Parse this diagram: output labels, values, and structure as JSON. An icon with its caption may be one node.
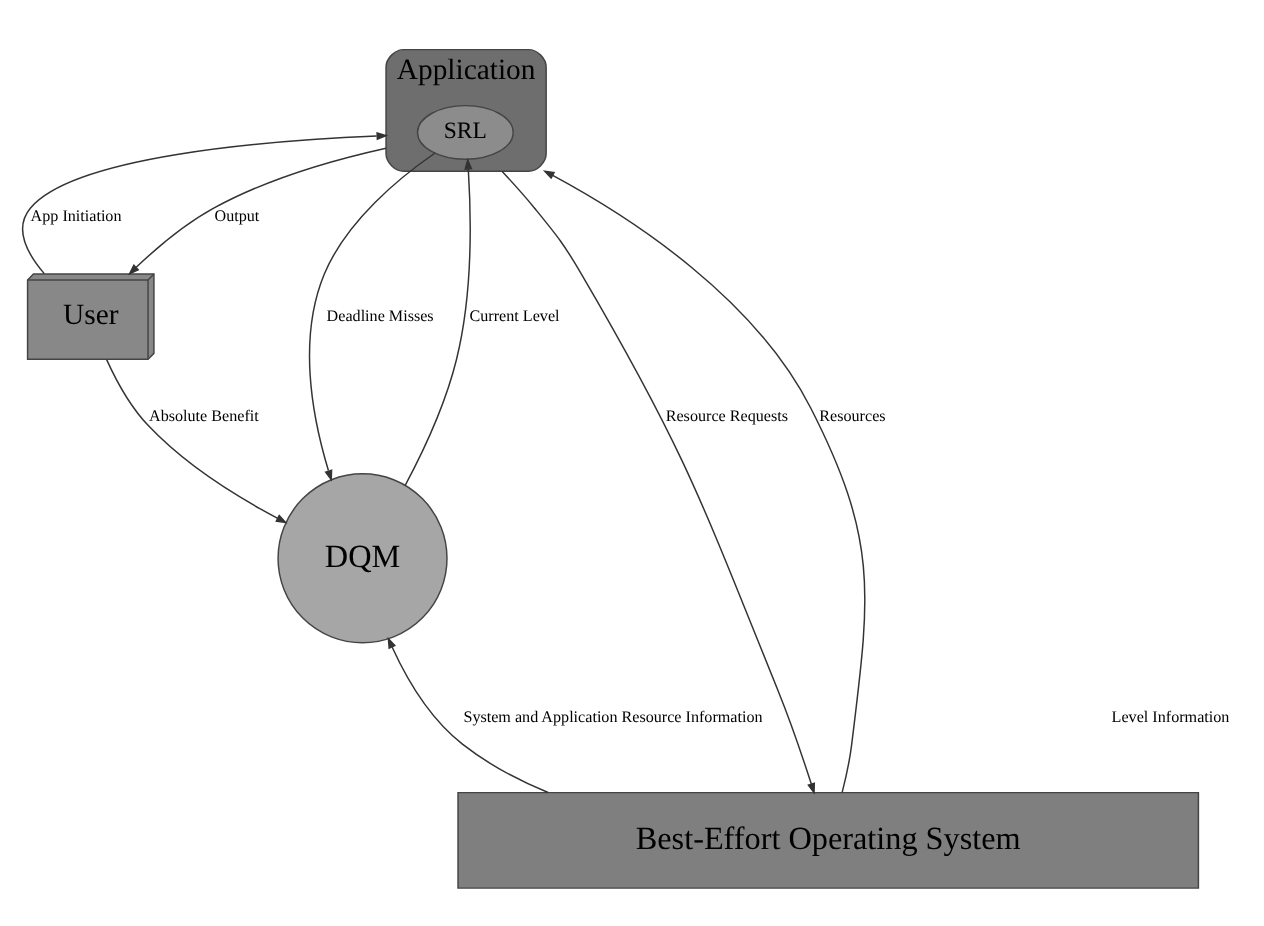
{
  "diagram": {
    "nodes": [
      {
        "text": [
          "Application"
        ]
      },
      {
        "text": [
          "SRL"
        ],
        "in": 0
      },
      {
        "text": [
          "User"
        ]
      },
      {
        "text": [
          "DQM"
        ]
      },
      {
        "text": [
          "Best-Effort Operating System"
        ]
      }
    ],
    "edges": [
      {
        "from": 2,
        "to": 0,
        "arrow": "to",
        "label": "App Initiation"
      },
      {
        "from": 0,
        "to": 2,
        "arrow": "to",
        "label": "Output"
      },
      {
        "from": 2,
        "to": 3,
        "arrow": "to",
        "label": "Absolute Benefit"
      },
      {
        "from": 3,
        "to": 1,
        "arrow": "to",
        "label": "Current Level"
      },
      {
        "from": 1,
        "to": 3,
        "arrow": "to",
        "label": "Deadline Misses"
      },
      {
        "from": 0,
        "to": 4,
        "arrow": "to",
        "label": "Resource Requests"
      },
      {
        "from": 4,
        "to": 0,
        "arrow": "to",
        "label": "Resources"
      },
      {
        "from": 4,
        "to": 3,
        "arrow": "to",
        "label": "System and Application Resource Information"
      }
    ],
    "labels": [
      "Level Information"
    ]
  }
}
